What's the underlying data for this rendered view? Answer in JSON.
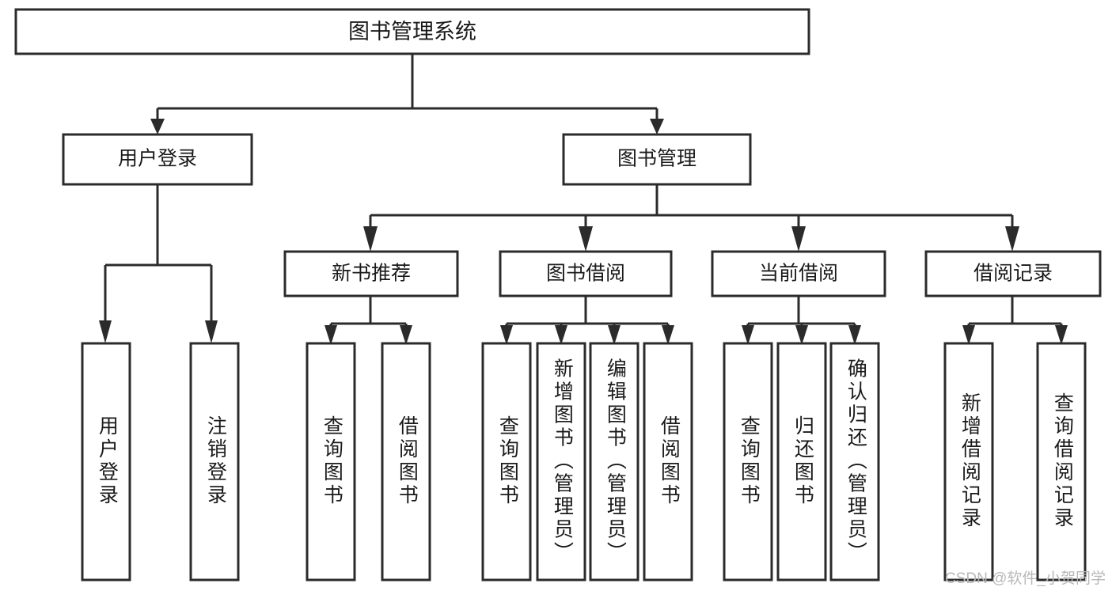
{
  "diagram": {
    "type": "tree-hierarchy",
    "title": "图书管理系统",
    "watermark": "CSDN @软件_小贺同学",
    "colors": {
      "stroke": "#2b2b2b",
      "fill": "#ffffff",
      "text": "#1a1a1a",
      "watermark": "#b8b8b8",
      "background": "#ffffff"
    },
    "root": {
      "label": "图书管理系统",
      "orientation": "horizontal"
    },
    "level2": [
      {
        "label": "用户登录",
        "orientation": "horizontal"
      },
      {
        "label": "图书管理",
        "orientation": "horizontal"
      }
    ],
    "level3": [
      {
        "label": "新书推荐",
        "orientation": "horizontal"
      },
      {
        "label": "图书借阅",
        "orientation": "horizontal"
      },
      {
        "label": "当前借阅",
        "orientation": "horizontal"
      },
      {
        "label": "借阅记录",
        "orientation": "horizontal"
      }
    ],
    "leaves": {
      "user_login": [
        {
          "label": "用户登录",
          "orientation": "vertical"
        },
        {
          "label": "注销登录",
          "orientation": "vertical"
        }
      ],
      "new_book_recommend": [
        {
          "label": "查询图书",
          "orientation": "vertical"
        },
        {
          "label": "借阅图书",
          "orientation": "vertical"
        }
      ],
      "book_borrow": [
        {
          "label": "查询图书",
          "orientation": "vertical"
        },
        {
          "label": "新增图书（管理员）",
          "orientation": "vertical"
        },
        {
          "label": "编辑图书（管理员）",
          "orientation": "vertical"
        },
        {
          "label": "借阅图书",
          "orientation": "vertical"
        }
      ],
      "current_borrow": [
        {
          "label": "查询图书",
          "orientation": "vertical"
        },
        {
          "label": "归还图书",
          "orientation": "vertical"
        },
        {
          "label": "确认归还（管理员）",
          "orientation": "vertical"
        }
      ],
      "borrow_record": [
        {
          "label": "新增借阅记录",
          "orientation": "vertical"
        },
        {
          "label": "查询借阅记录",
          "orientation": "vertical"
        }
      ]
    }
  }
}
